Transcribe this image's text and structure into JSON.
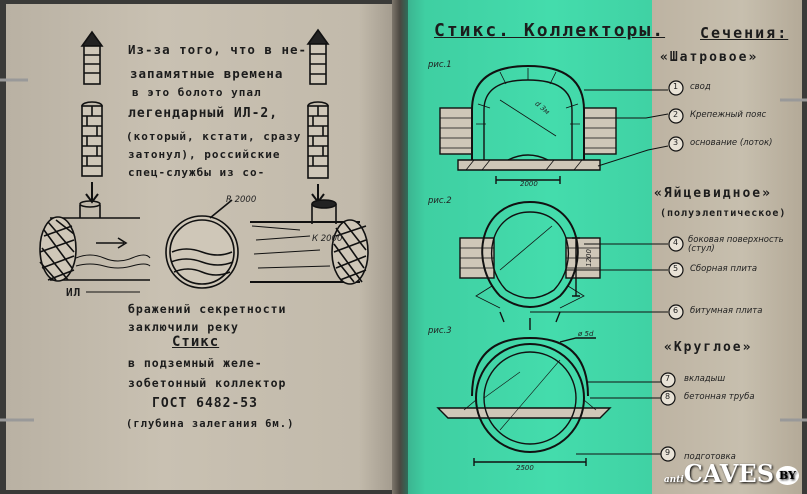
{
  "left_page": {
    "lines_top": [
      "Из-за того, что в не-",
      "запамятные времена",
      "в это болото упал",
      "легендарный  ИЛ-2,",
      "(который, кстати, сразу",
      "затонул), российские",
      "спец-службы из со-"
    ],
    "lines_bottom": [
      "бражений секретности",
      "заключили реку",
      "Стикс",
      "в подземный желе-",
      "зобетонный коллектор",
      "ГОСТ 6482-53",
      "(глубина залегания 6м.)"
    ],
    "label_il": "ИЛ",
    "label_r2000": "R 2000",
    "label_k2000": "К 2000"
  },
  "right_page": {
    "title": "Стикс. Коллекторы.",
    "fig1": "рис.1",
    "fig2": "рис.2",
    "fig3": "рис.3",
    "dim1": "2000",
    "dim1_d": "d 3м",
    "dim2": "1200",
    "dim3": "2500",
    "dim3_top": "ø 5d"
  },
  "sections": {
    "heading": "Сечения:",
    "type1": "«Шатровое»",
    "type2": "«Яйцевидное»",
    "type2_note": "(полуэлептическое)",
    "type3": "«Круглое»",
    "items": [
      {
        "num": "1",
        "label": "свод"
      },
      {
        "num": "2",
        "label": "Крепежный пояс"
      },
      {
        "num": "3",
        "label": "основание (лоток)"
      },
      {
        "num": "4",
        "label": "боковая поверхность (стул)"
      },
      {
        "num": "5",
        "label": "Сборная плита"
      },
      {
        "num": "6",
        "label": "битумная плита"
      },
      {
        "num": "7",
        "label": "вкладыш"
      },
      {
        "num": "8",
        "label": "бетонная труба"
      },
      {
        "num": "9",
        "label": "подготовка"
      }
    ]
  },
  "watermark": {
    "main": "CAVES",
    "sub": "anti",
    "badge": "BY"
  }
}
